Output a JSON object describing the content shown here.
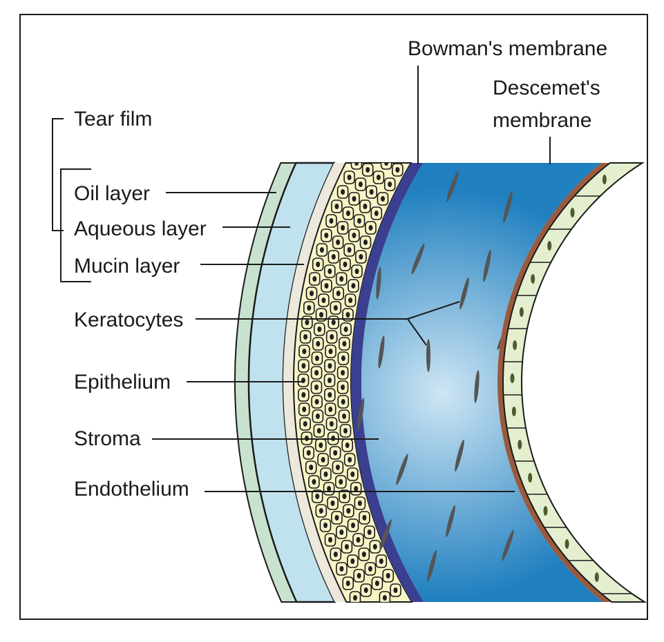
{
  "labels": {
    "tear_film": "Tear film",
    "oil_layer": "Oil layer",
    "aqueous_layer": "Aqueous layer",
    "mucin_layer": "Mucin layer",
    "keratocytes": "Keratocytes",
    "epithelium": "Epithelium",
    "stroma": "Stroma",
    "endothelium": "Endothelium",
    "bowmans_membrane": "Bowman's membrane",
    "descemets_line1": "Descemet's",
    "descemets_line2": "membrane"
  },
  "colors": {
    "tear_film_outer": "#c9e2cf",
    "aqueous": "#bfe2ee",
    "mucin": "#ece8dc",
    "epithelium_cell": "#f8f4c6",
    "bowman": "#3b3f8f",
    "stroma_center": "#cfe6f4",
    "stroma_edge": "#1f7fbf",
    "descemet": "#9a5a3e",
    "endothelium": "#e4efcf",
    "keratocyte": "#555555",
    "line": "#1a1a1a"
  }
}
